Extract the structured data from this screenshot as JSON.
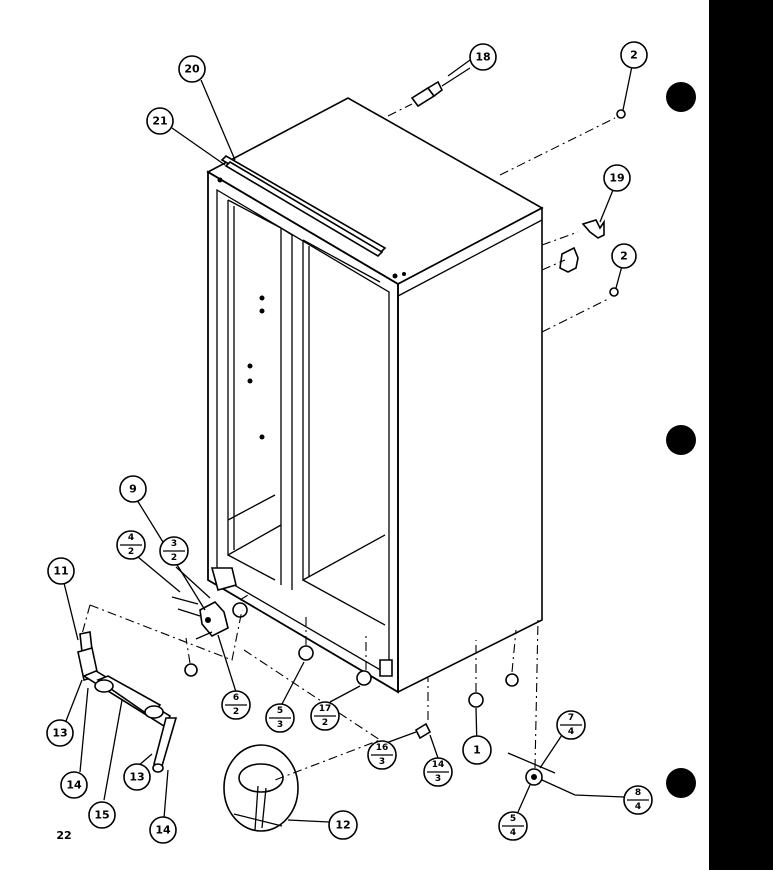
{
  "page_number": "22",
  "callouts": [
    {
      "id": "c20",
      "label": "20"
    },
    {
      "id": "c21",
      "label": "21"
    },
    {
      "id": "c18",
      "label": "18"
    },
    {
      "id": "c2a",
      "label": "2"
    },
    {
      "id": "c19",
      "label": "19"
    },
    {
      "id": "c2b",
      "label": "2"
    },
    {
      "id": "c9",
      "label": "9"
    },
    {
      "id": "c3-2",
      "top": "3",
      "bottom": "2"
    },
    {
      "id": "c4-2",
      "top": "4",
      "bottom": "2"
    },
    {
      "id": "c11",
      "label": "11"
    },
    {
      "id": "c6-2",
      "top": "6",
      "bottom": "2"
    },
    {
      "id": "c5-3",
      "top": "5",
      "bottom": "3"
    },
    {
      "id": "c17-2",
      "top": "17",
      "bottom": "2"
    },
    {
      "id": "c13a",
      "label": "13"
    },
    {
      "id": "c14a",
      "label": "14"
    },
    {
      "id": "c15",
      "label": "15"
    },
    {
      "id": "c13b",
      "label": "13"
    },
    {
      "id": "c14b",
      "label": "14"
    },
    {
      "id": "c12",
      "label": "12"
    },
    {
      "id": "c16-3",
      "top": "16",
      "bottom": "3"
    },
    {
      "id": "c14-3",
      "top": "14",
      "bottom": "3"
    },
    {
      "id": "c1",
      "label": "1"
    },
    {
      "id": "c7-4",
      "top": "7",
      "bottom": "4"
    },
    {
      "id": "c5-4",
      "top": "5",
      "bottom": "4"
    },
    {
      "id": "c8-4",
      "top": "8",
      "bottom": "4"
    }
  ]
}
